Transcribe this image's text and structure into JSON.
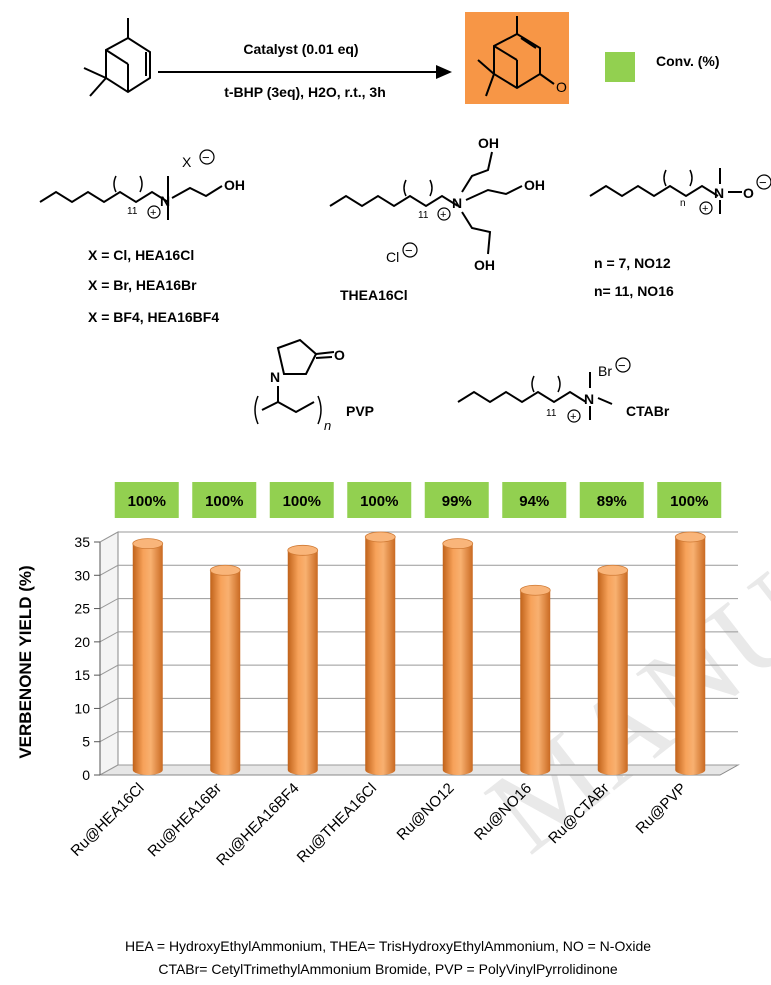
{
  "reaction": {
    "catalyst_label": "Catalyst (0.01 eq)",
    "conditions_label": "t-BHP (3eq), H2O, r.t., 3h",
    "legend_label": "Conv. (%)",
    "legend_color": "#92d050",
    "product_box_color": "#f79646"
  },
  "structures": {
    "hea": {
      "anion": "X",
      "charge": "−",
      "subscript": "11",
      "oh": "OH",
      "lines": [
        "X = Cl, HEA16Cl",
        "X = Br, HEA16Br",
        "X = BF4, HEA16BF4"
      ]
    },
    "thea": {
      "name": "THEA16Cl",
      "anion": "Cl",
      "oh": "OH",
      "subscript": "11"
    },
    "no": {
      "subscript": "n",
      "lines": [
        "n = 7, NO12",
        "n= 11, NO16"
      ]
    },
    "pvp": {
      "name": "PVP",
      "subscript": "n"
    },
    "ctab": {
      "name": "CTABr",
      "anion": "Br",
      "subscript": "11"
    }
  },
  "chart_data": {
    "type": "bar",
    "categories": [
      "Ru@HEA16Cl",
      "Ru@HEA16Br",
      "Ru@HEA16BF4",
      "Ru@THEA16Cl",
      "Ru@NO12",
      "Ru@NO16",
      "Ru@CTABr",
      "Ru@PVP"
    ],
    "series": [
      {
        "name": "",
        "values": [
          34,
          30,
          33,
          35,
          34,
          27,
          30,
          35
        ]
      }
    ],
    "conversion": [
      "100%",
      "100%",
      "100%",
      "100%",
      "99%",
      "94%",
      "89%",
      "100%"
    ],
    "ylabel": "VERBENONE YIELD (%)",
    "ylim": [
      0,
      35
    ],
    "yticks": [
      0,
      5,
      10,
      15,
      20,
      25,
      30,
      35
    ],
    "grid": true,
    "bar_color": "#f79646",
    "conversion_color": "#92d050"
  },
  "footnote": {
    "line1": "HEA = HydroxyEthylAmmonium, THEA= TrisHydroxyEthylAmmonium, NO = N-Oxide",
    "line2": "CTABr= CetylTrimethylAmmonium Bromide, PVP = PolyVinylPyrrolidinone"
  },
  "watermark": "MANUSC"
}
